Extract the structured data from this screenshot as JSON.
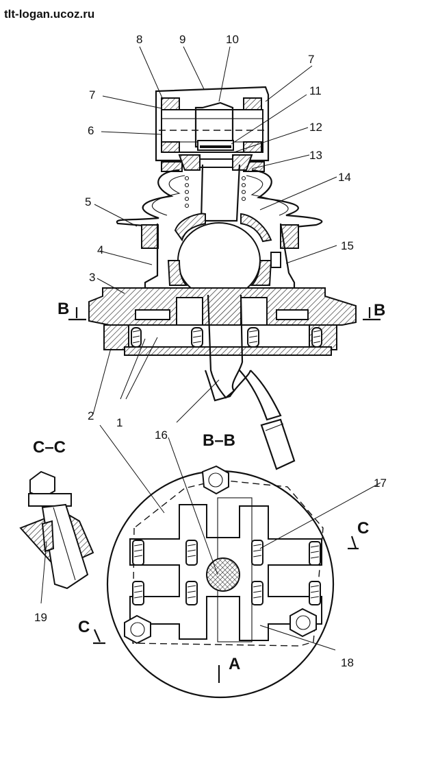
{
  "watermark": "tlt-logan.ucoz.ru",
  "callouts": [
    "1",
    "2",
    "3",
    "4",
    "5",
    "6",
    "7",
    "7",
    "8",
    "9",
    "10",
    "11",
    "12",
    "13",
    "14",
    "15",
    "16",
    "17",
    "18",
    "19"
  ],
  "sections": {
    "bb_left": "B",
    "bb_right": "B",
    "bb_title": "B–B",
    "cc_title": "C–C",
    "c_left": "C",
    "c_right": "C",
    "view_a": "A"
  }
}
